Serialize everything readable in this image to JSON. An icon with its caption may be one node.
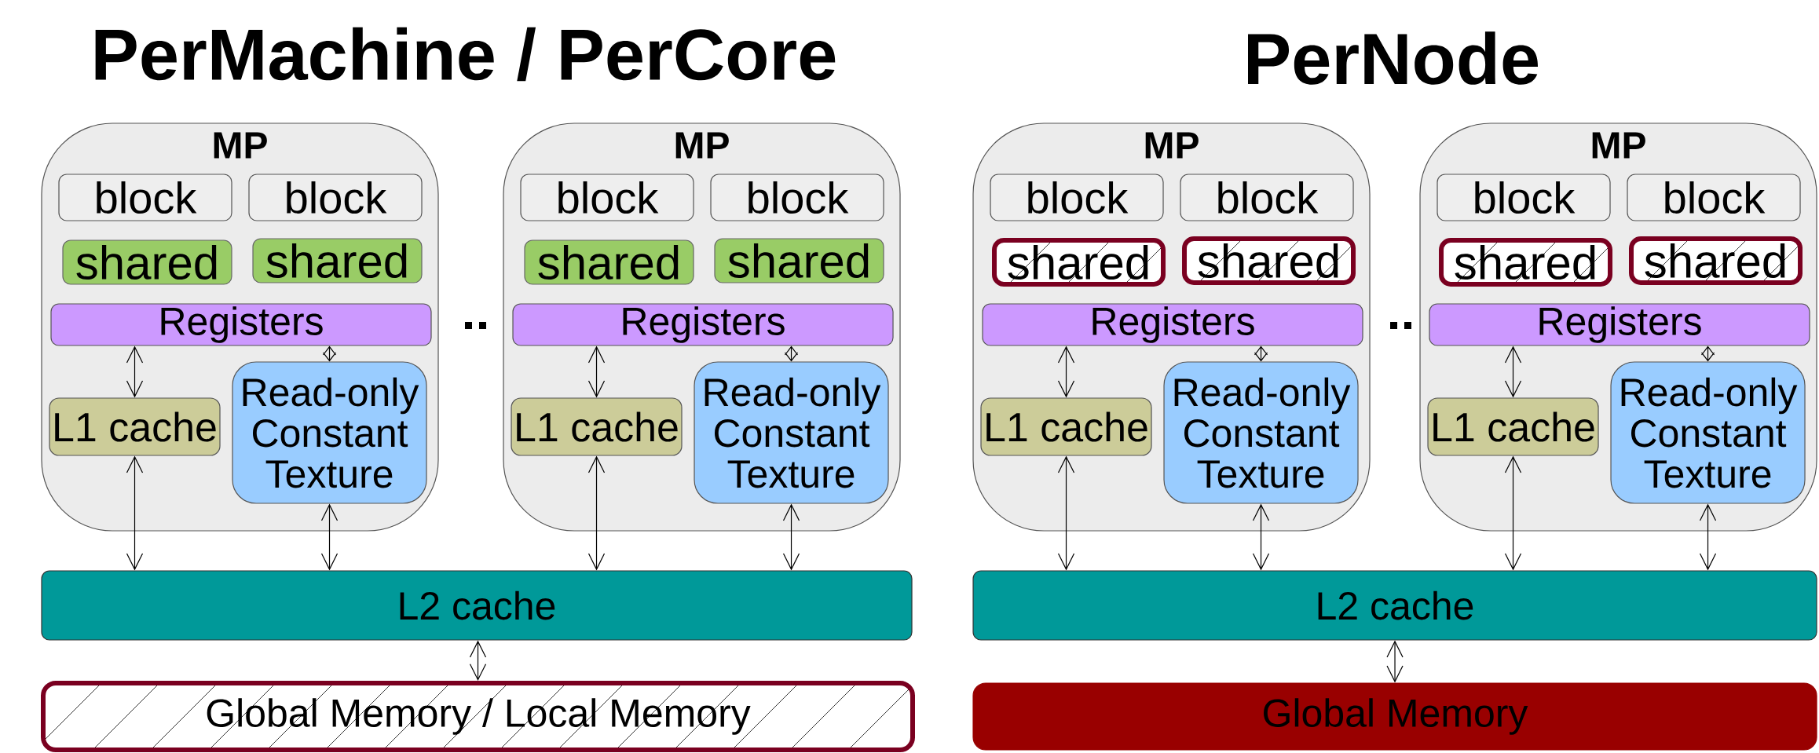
{
  "diagram": {
    "nodes": [
      {
        "text": [
          "MP"
        ]
      },
      {
        "text": [
          "block"
        ],
        "in": 0
      },
      {
        "text": [
          "block"
        ],
        "in": 0
      },
      {
        "text": [
          "shared"
        ],
        "in": 0
      },
      {
        "text": [
          "shared"
        ],
        "in": 0
      },
      {
        "text": [
          "Registers"
        ],
        "in": 0
      },
      {
        "text": [
          "L1 cache"
        ],
        "in": 0
      },
      {
        "text": [
          "Read-only Constant Texture"
        ],
        "in": 0
      },
      {
        "text": [
          "MP"
        ]
      },
      {
        "text": [
          "block"
        ],
        "in": 8
      },
      {
        "text": [
          "block"
        ],
        "in": 8
      },
      {
        "text": [
          "shared"
        ],
        "in": 8
      },
      {
        "text": [
          "shared"
        ],
        "in": 8
      },
      {
        "text": [
          "Registers"
        ],
        "in": 8
      },
      {
        "text": [
          "L1 cache"
        ],
        "in": 8
      },
      {
        "text": [
          "Read-only Constant Texture"
        ],
        "in": 8
      },
      {
        "text": [
          "L2 cache"
        ]
      },
      {
        "text": [
          "Global Memory / Local Memory"
        ]
      },
      {
        "text": [
          "MP"
        ]
      },
      {
        "text": [
          "block"
        ],
        "in": 18
      },
      {
        "text": [
          "block"
        ],
        "in": 18
      },
      {
        "text": [
          "shared"
        ],
        "in": 18
      },
      {
        "text": [
          "shared"
        ],
        "in": 18
      },
      {
        "text": [
          "Registers"
        ],
        "in": 18
      },
      {
        "text": [
          "L1 cache"
        ],
        "in": 18
      },
      {
        "text": [
          "Read-only Constant Texture"
        ],
        "in": 18
      },
      {
        "text": [
          "MP"
        ]
      },
      {
        "text": [
          "block"
        ],
        "in": 26
      },
      {
        "text": [
          "block"
        ],
        "in": 26
      },
      {
        "text": [
          "shared"
        ],
        "in": 26
      },
      {
        "text": [
          "shared"
        ],
        "in": 26
      },
      {
        "text": [
          "Registers"
        ],
        "in": 26
      },
      {
        "text": [
          "L1 cache"
        ],
        "in": 26
      },
      {
        "text": [
          "Read-only Constant Texture"
        ],
        "in": 26
      },
      {
        "text": [
          "L2 cache"
        ]
      },
      {
        "text": [
          "Global Memory"
        ]
      }
    ],
    "edges": [
      {
        "from": 5,
        "to": 6,
        "arrow": "both"
      },
      {
        "from": 5,
        "to": 7,
        "arrow": "both"
      },
      {
        "from": 6,
        "to": 16,
        "arrow": "both"
      },
      {
        "from": 7,
        "to": 16,
        "arrow": "both"
      },
      {
        "from": 13,
        "to": 14,
        "arrow": "both"
      },
      {
        "from": 13,
        "to": 15,
        "arrow": "both"
      },
      {
        "from": 14,
        "to": 16,
        "arrow": "both"
      },
      {
        "from": 15,
        "to": 16,
        "arrow": "both"
      },
      {
        "from": 16,
        "to": 17,
        "arrow": "both"
      },
      {
        "from": 23,
        "to": 24,
        "arrow": "both"
      },
      {
        "from": 23,
        "to": 25,
        "arrow": "both"
      },
      {
        "from": 24,
        "to": 34,
        "arrow": "both"
      },
      {
        "from": 25,
        "to": 34,
        "arrow": "both"
      },
      {
        "from": 31,
        "to": 32,
        "arrow": "both"
      },
      {
        "from": 31,
        "to": 33,
        "arrow": "both"
      },
      {
        "from": 32,
        "to": 34,
        "arrow": "both"
      },
      {
        "from": 33,
        "to": 34,
        "arrow": "both"
      },
      {
        "from": 34,
        "to": 35,
        "arrow": "both"
      }
    ],
    "labels": [
      "PerMachine / PerCore",
      "PerNode"
    ]
  }
}
